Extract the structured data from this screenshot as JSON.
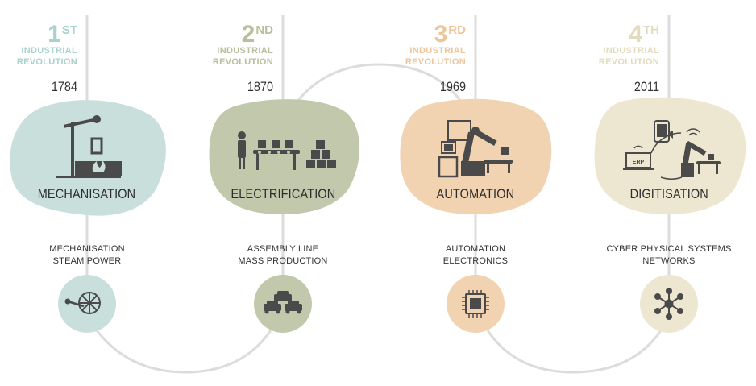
{
  "colors": {
    "teal": "#c8dfdc",
    "sage": "#c2c8ac",
    "peach": "#f1d3b2",
    "cream": "#ede6d0",
    "line": "#dcdcdc",
    "icon": "#4a4a4a"
  },
  "eras": [
    {
      "ordinal_number": "1",
      "ordinal_suffix": "ST",
      "label_line1": "INDUSTRIAL",
      "label_line2": "REVOLUTION",
      "year": "1784",
      "title": "MECHANISATION",
      "desc_line1": "MECHANISATION",
      "desc_line2": "STEAM POWER",
      "icon": "steam-wheel-icon",
      "accent": "#a9d1cd",
      "blob": "#c8dfdc"
    },
    {
      "ordinal_number": "2",
      "ordinal_suffix": "ND",
      "label_line1": "INDUSTRIAL",
      "label_line2": "REVOLUTION",
      "year": "1870",
      "title": "ELECTRIFICATION",
      "desc_line1": "ASSEMBLY LINE",
      "desc_line2": "MASS PRODUCTION",
      "icon": "cars-icon",
      "accent": "#b9bf9c",
      "blob": "#c2c8ac"
    },
    {
      "ordinal_number": "3",
      "ordinal_suffix": "RD",
      "label_line1": "INDUSTRIAL",
      "label_line2": "REVOLUTION",
      "year": "1969",
      "title": "AUTOMATION",
      "desc_line1": "AUTOMATION",
      "desc_line2": "ELECTRONICS",
      "icon": "chip-icon",
      "accent": "#eec59b",
      "blob": "#f1d3b2"
    },
    {
      "ordinal_number": "4",
      "ordinal_suffix": "TH",
      "label_line1": "INDUSTRIAL",
      "label_line2": "REVOLUTION",
      "year": "2011",
      "title": "DIGITISATION",
      "desc_line1": "CYBER PHYSICAL SYSTEMS",
      "desc_line2": "NETWORKS",
      "icon": "network-icon",
      "accent": "#e3dbbd",
      "blob": "#ede6d0",
      "erp_label": "ERP"
    }
  ]
}
